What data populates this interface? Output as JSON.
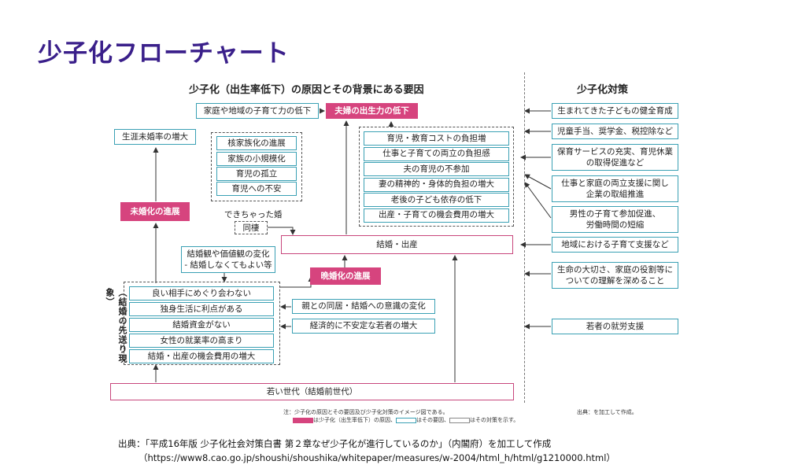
{
  "title": "少子化フローチャート",
  "left_heading": "少子化（出生率低下）の原因とその背景にある要因",
  "right_heading": "少子化対策",
  "colors": {
    "accent_pink": "#d6447e",
    "box_border": "#3aa0b4",
    "title": "#3a1f8a"
  },
  "nodes": {
    "community_childcare": "家庭や地域の子育て力の低下",
    "marital_fertility": "夫婦の出生力の低下",
    "lifetime_unmarried": "生涯未婚率の増大",
    "nuclear_family": "核家族化の進展",
    "smaller_family": "家族の小規模化",
    "childcare_isolation": "育児の孤立",
    "childcare_anxiety": "育児への不安",
    "unmarried_progress": "未婚化の進展",
    "shotgun_marriage": "できちゃった婚",
    "cohabitation": "同棲",
    "values_change": "結婚観や価値観の変化\n- 結婚しなくてもよい等",
    "marriage_birth": "結婚・出産",
    "late_marriage_progress": "晩婚化の進展",
    "parent_cohabitation": "親との同居・結婚への意識の変化",
    "economic_instability": "経済的に不安定な若者の増大",
    "young_generation": "若い世代（結婚前世代）",
    "postponement_label": "（結婚の先送り現象）"
  },
  "burdens": [
    "育児・教育コストの負担増",
    "仕事と子育ての両立の負担感",
    "夫の育児の不参加",
    "妻の精神的・身体的負担の増大",
    "老後の子ども依存の低下",
    "出産・子育ての機会費用の増大"
  ],
  "postponement_factors": [
    "良い相手にめぐり会わない",
    "独身生活に利点がある",
    "結婚資金がない",
    "女性の就業率の高まり",
    "結婚・出産の機会費用の増大"
  ],
  "measures": [
    "生まれてきた子どもの健全育成",
    "児童手当、奨学金、税控除など",
    "保育サービスの充実、育児休業\nの取得促進など",
    "仕事と家庭の両立支援に関し\n企業の取組推進",
    "男性の子育て参加促進、\n労働時間の短縮",
    "地域における子育て支援など",
    "生命の大切さ、家庭の役割等に\nついての理解を深めること",
    "若者の就労支援"
  ],
  "note_line1": "注：少子化の原因とその要因及び少子化対策のイメージ図である。",
  "legend": {
    "pink_text": "は少子化（出生率低下）の原因、",
    "blue_text": "はその要因、",
    "white_text": "はその対策を示す。"
  },
  "source_note": "出典：を加工して作成。",
  "source": {
    "line1": "出典：「平成16年版 少子化社会対策白書 第２章なぜ少子化が進行しているのか」（内閣府）を加工して作成",
    "line2": "（https://www8.cao.go.jp/shoushi/shoushika/whitepaper/measures/w-2004/html_h/html/g1210000.html）"
  }
}
